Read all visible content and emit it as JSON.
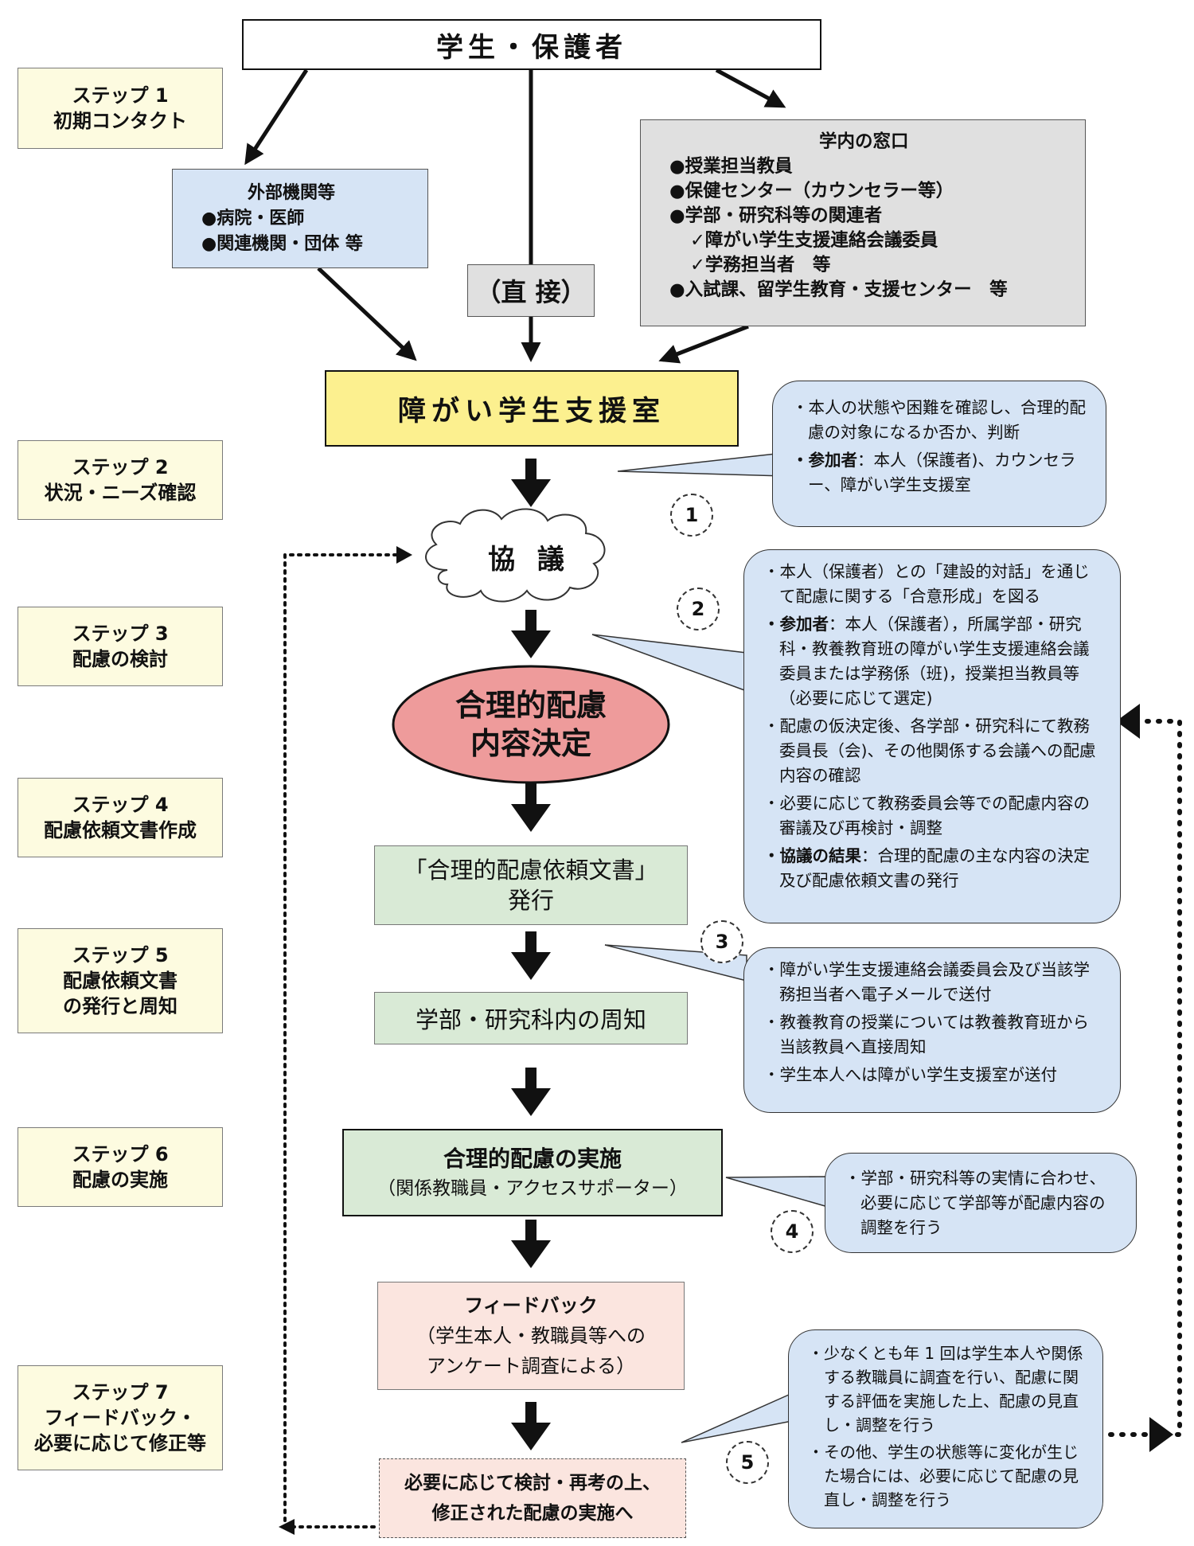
{
  "top": {
    "title": "学生・保護者"
  },
  "external": {
    "title": "外部機関等",
    "items": [
      "●病院・医師",
      "●関連機関・団体 等"
    ]
  },
  "direct": {
    "label": "（直 接）"
  },
  "campus": {
    "title": "学内の窓口",
    "items": [
      "●授業担当教員",
      "●保健センター（カウンセラー等）",
      "●学部・研究科等の関連者",
      "✓障がい学生支援連絡会議委員",
      "✓学務担当者　等",
      "●入試課、留学生教育・支援センター　等"
    ]
  },
  "office": {
    "label": "障がい学生支援室"
  },
  "steps": [
    {
      "line1": "ステップ 1",
      "line2": "初期コンタクト"
    },
    {
      "line1": "ステップ 2",
      "line2": "状況・ニーズ確認"
    },
    {
      "line1": "ステップ 3",
      "line2": "配慮の検討"
    },
    {
      "line1": "ステップ 4",
      "line2": "配慮依頼文書作成"
    },
    {
      "line1": "ステップ 5",
      "line2": "配慮依頼文書",
      "line3": "の発行と周知"
    },
    {
      "line1": "ステップ 6",
      "line2": "配慮の実施"
    },
    {
      "line1": "ステップ 7",
      "line2": "フィードバック・",
      "line3": "必要に応じて修正等"
    }
  ],
  "kyogi": {
    "label": "協 議"
  },
  "decision": {
    "line1": "合理的配慮",
    "line2": "内容決定"
  },
  "document": {
    "line1": "「合理的配慮依頼文書」",
    "line2": "発行"
  },
  "notice": {
    "label": "学部・研究科内の周知"
  },
  "implement": {
    "line1": "合理的配慮の実施",
    "line2": "（関係教職員・アクセスサポーター）"
  },
  "feedback": {
    "line1": "フィードバック",
    "line2": "（学生本人・教職員等への",
    "line3": "アンケート調査による）"
  },
  "revise": {
    "line1": "必要に応じて検討・再考の上、",
    "line2": "修正された配慮の実施へ"
  },
  "circles": [
    "1",
    "2",
    "3",
    "4",
    "5"
  ],
  "bubble1": [
    {
      "bold": "",
      "text": "・本人の状態や困難を確認し、合理的配慮の対象になるか否か、判断"
    },
    {
      "bold": "・参加者",
      "text": "：本人（保護者)、カウンセラー、障がい学生支援室"
    }
  ],
  "bubble2": [
    {
      "bold": "",
      "text": "・本人（保護者）との「建設的対話」を通じて配慮に関する「合意形成」を図る"
    },
    {
      "bold": "・参加者",
      "text": "：本人（保護者），所属学部・研究科・教養教育班の障がい学生支援連絡会議委員または学務係（班)，授業担当教員等（必要に応じて選定)"
    },
    {
      "bold": "",
      "text": "・配慮の仮決定後、各学部・研究科にて教務委員長（会)、その他関係する会議への配慮内容の確認"
    },
    {
      "bold": "",
      "text": "・必要に応じて教務委員会等での配慮内容の審議及び再検討・調整"
    },
    {
      "bold": "・協議の結果",
      "text": "：合理的配慮の主な内容の決定及び配慮依頼文書の発行"
    }
  ],
  "bubble3": [
    {
      "bold": "",
      "text": "・障がい学生支援連絡会議委員会及び当該学務担当者へ電子メールで送付"
    },
    {
      "bold": "",
      "text": "・教養教育の授業については教養教育班から当該教員へ直接周知"
    },
    {
      "bold": "",
      "text": "・学生本人へは障がい学生支援室が送付"
    }
  ],
  "bubble4": [
    {
      "bold": "",
      "text": "・学部・研究科等の実情に合わせ、必要に応じて学部等が配慮内容の調整を行う"
    }
  ],
  "bubble5": [
    {
      "bold": "",
      "text": "・少なくとも年 1 回は学生本人や関係する教職員に調査を行い、配慮に関する評価を実施した上、配慮の見直し・調整を行う"
    },
    {
      "bold": "",
      "text": "・その他、学生の状態等に変化が生じた場合には、必要に応じて配慮の見直し・調整を行う"
    }
  ],
  "colors": {
    "office": "#fcf08f",
    "decision": "#ee9b9b",
    "doc": "#d9ead6",
    "feedback": "#fbe5df",
    "bubble": "#d6e4f5",
    "step": "#fdfbe0",
    "external": "#d6e4f5",
    "campus": "#e0e0e0"
  }
}
